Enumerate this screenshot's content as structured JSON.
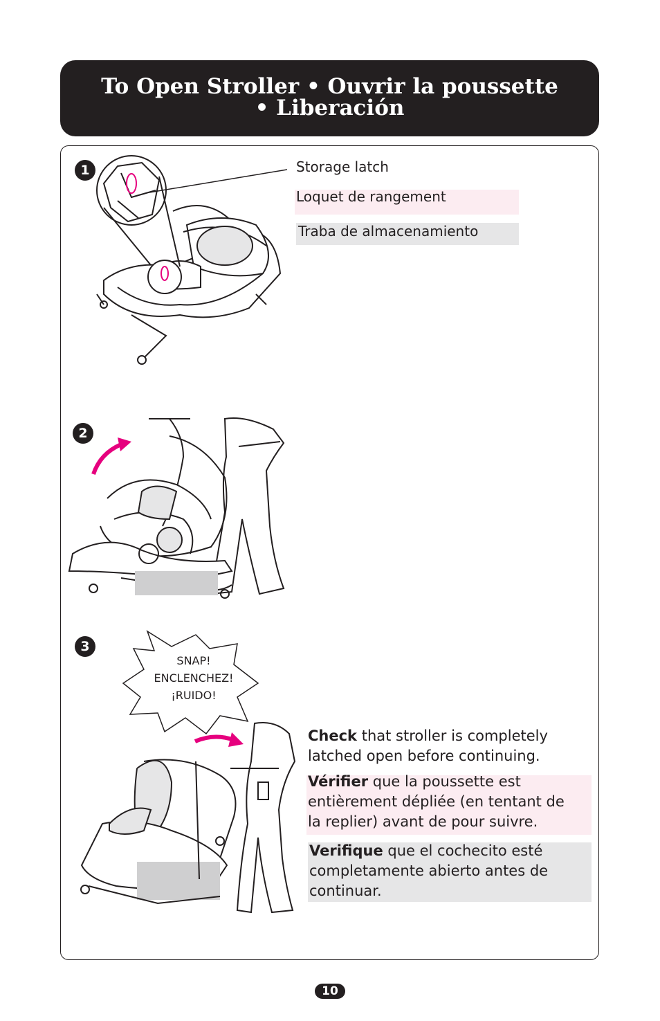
{
  "header": {
    "line1": "To Open Stroller  • Ouvrir la poussette",
    "line2": "•  Liberación"
  },
  "steps": [
    "1",
    "2",
    "3"
  ],
  "step1": {
    "label_en": "Storage latch",
    "label_fr": "Loquet de rangement",
    "label_es": "Traba de almacenamiento"
  },
  "step3": {
    "burst": [
      "SNAP!",
      "ENCLENCHEZ!",
      "¡RUIDO!"
    ],
    "check_en_bold": "Check",
    "check_en": " that stroller is completely latched open before continuing.",
    "check_fr_bold": "Vérifier",
    "check_fr": " que la poussette est entièrement dépliée (en tentant de la replier) avant de pour suivre.",
    "check_es_bold": "Verifique",
    "check_es": " que el cochecito esté completamente abierto antes de continuar."
  },
  "colors": {
    "accent": "#e6007e",
    "dark": "#231f20",
    "pink_bg": "#fcecf1",
    "grey_bg": "#e6e6e7"
  },
  "page_number": "10"
}
